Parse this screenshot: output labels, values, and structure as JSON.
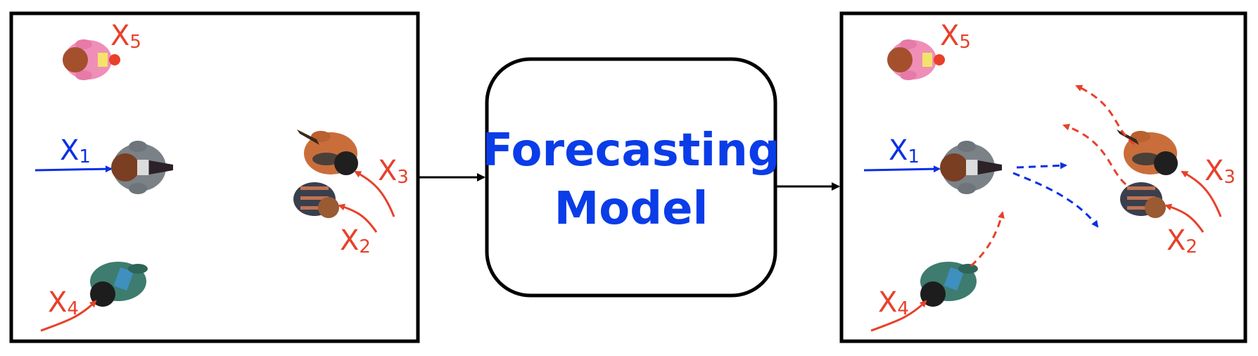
{
  "model": {
    "line1": "Forecasting",
    "line2": "Model"
  },
  "agents": {
    "x1": {
      "letter": "X",
      "index": "1"
    },
    "x2": {
      "letter": "X",
      "index": "2"
    },
    "x3": {
      "letter": "X",
      "index": "3"
    },
    "x4": {
      "letter": "X",
      "index": "4"
    },
    "x5": {
      "letter": "X",
      "index": "5"
    }
  },
  "colors": {
    "target": "#0a2fe6",
    "neighbor": "#e8402a",
    "frame": "#000000",
    "model_text": "#0a3ce8"
  }
}
